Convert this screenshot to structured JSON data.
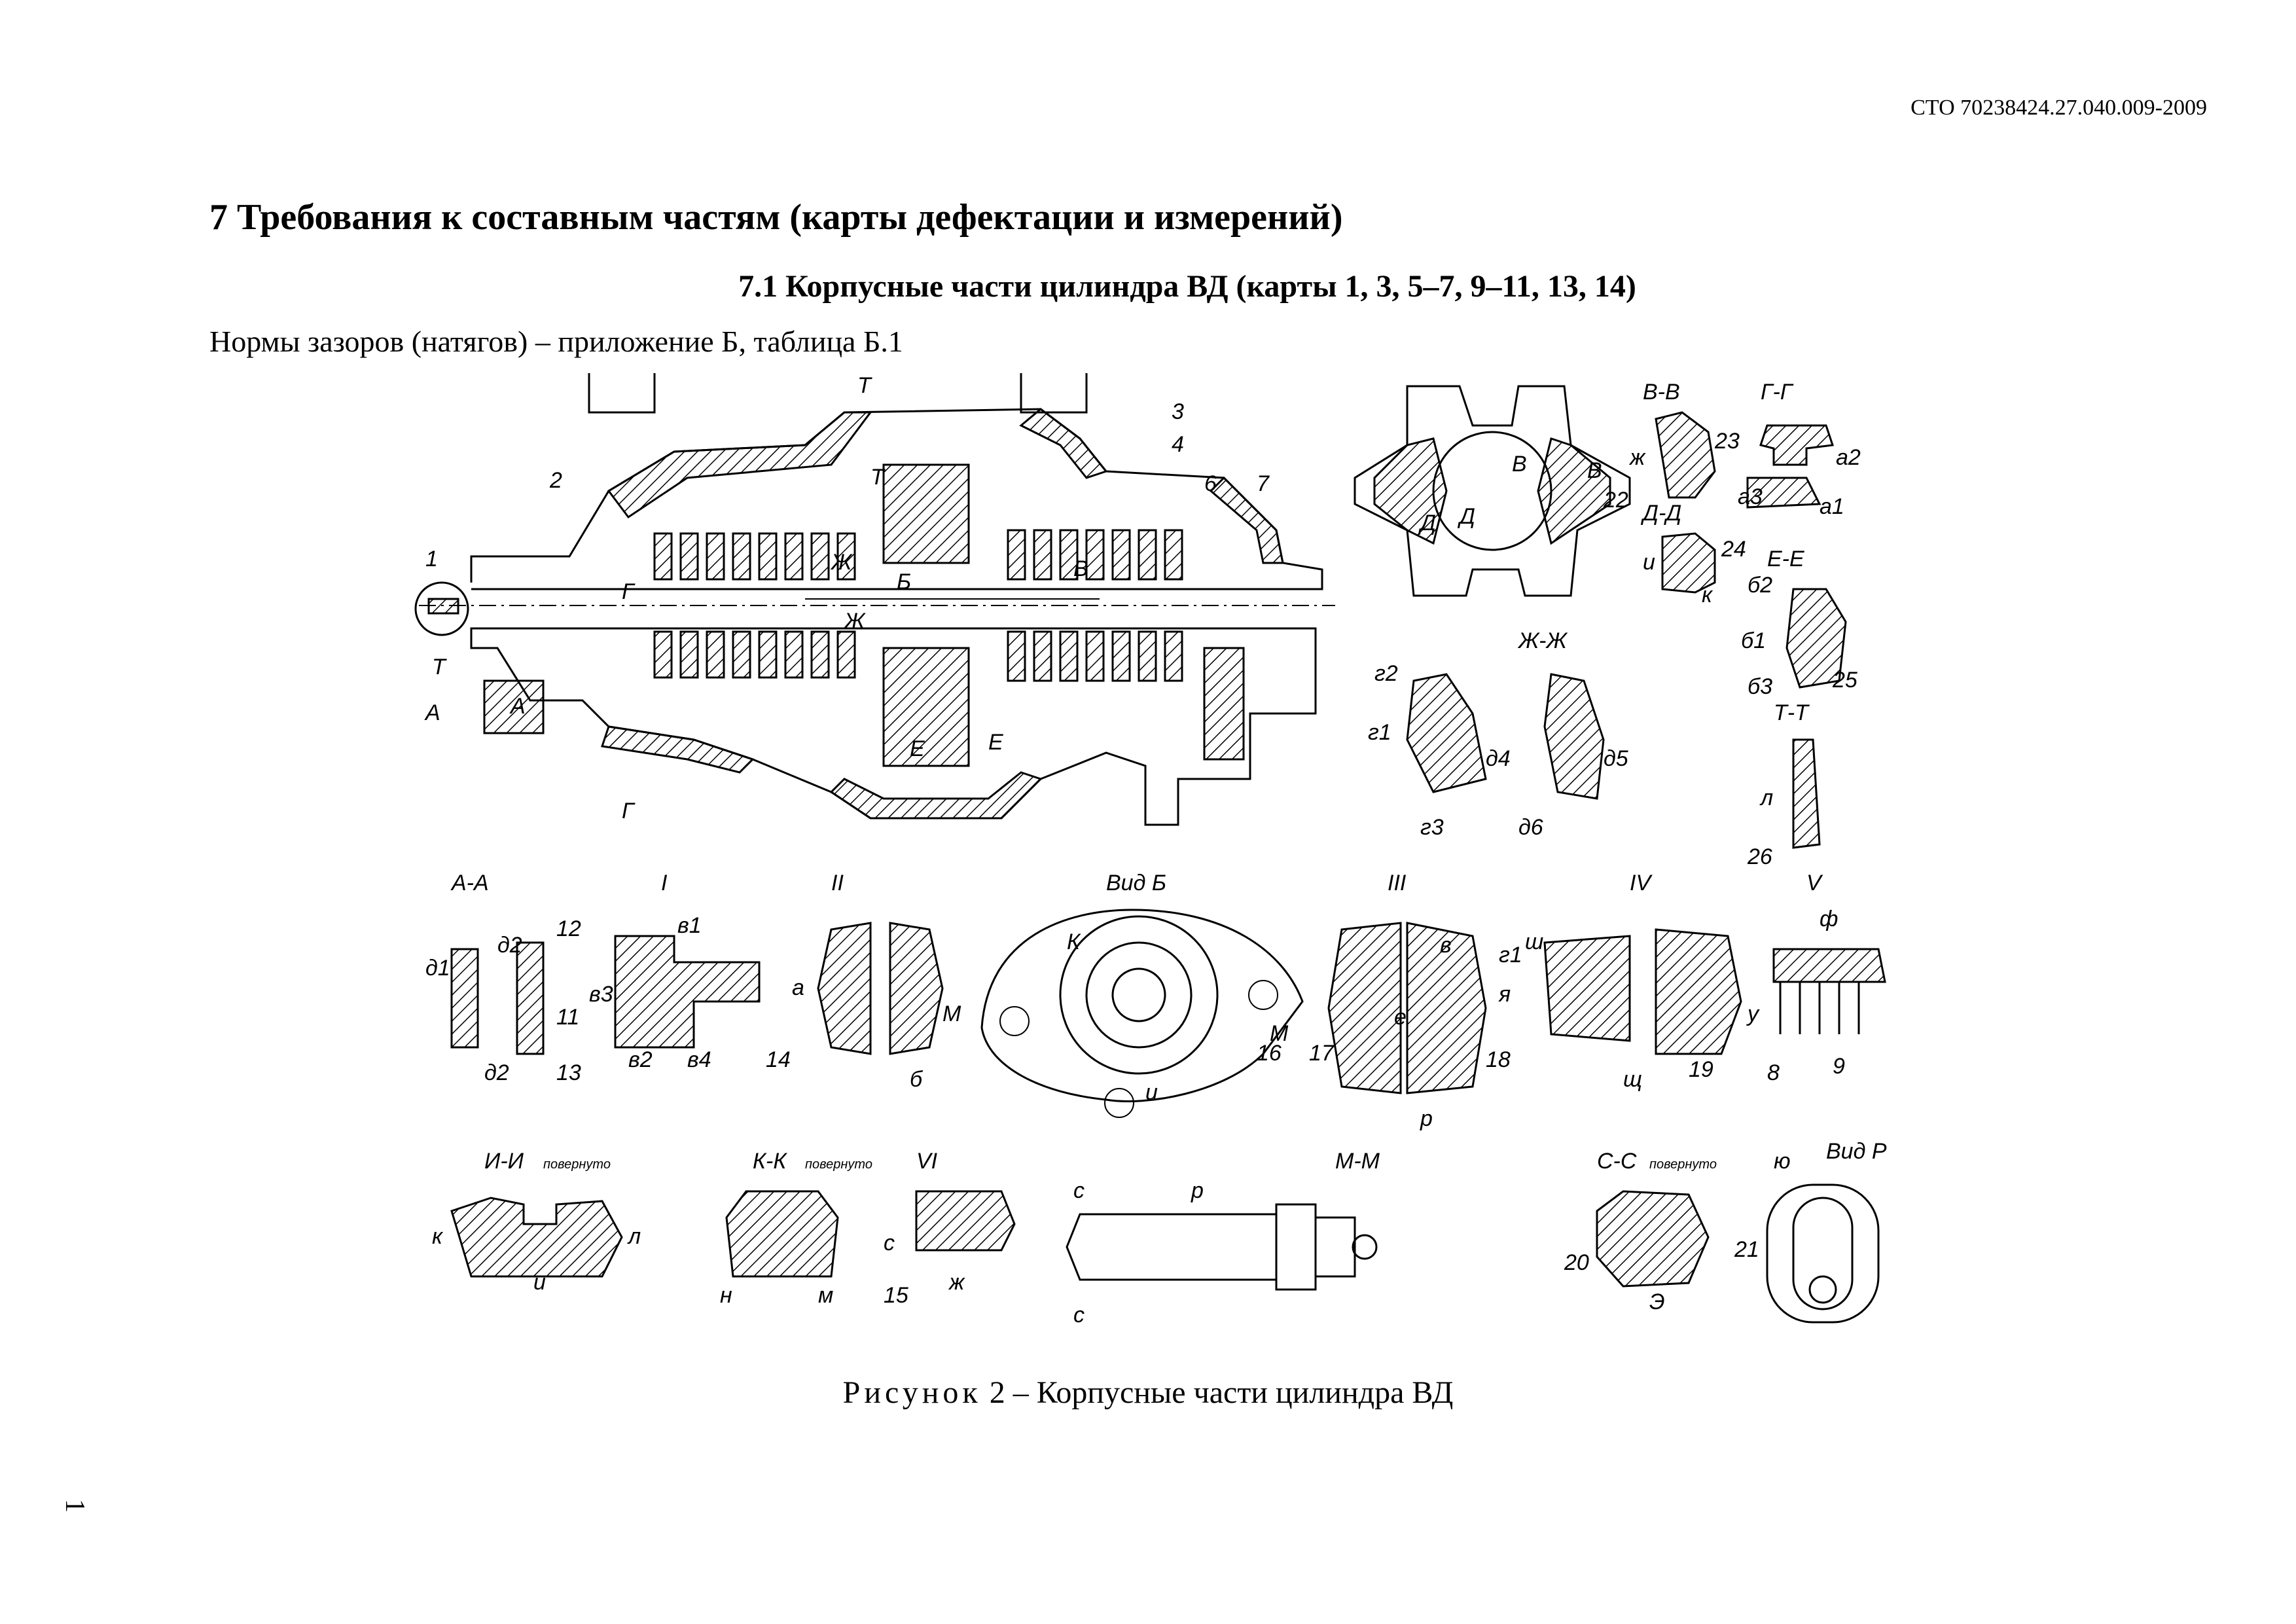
{
  "header": {
    "doc_code": "СТО 70238424.27.040.009-2009"
  },
  "section": {
    "title": "7 Требования к составным частям (карты дефектации и измерений)",
    "subtitle": "7.1 Корпусные части цилиндра ВД (карты 1, 3, 5–7, 9–11, 13, 14)",
    "norms_note": "Нормы зазоров (натягов) – приложение Б, таблица Б.1"
  },
  "figure": {
    "caption_word": "Рисунок",
    "caption_rest": " 2 – Корпусные части цилиндра ВД",
    "views": {
      "v_BB": "В-В",
      "v_GG": "Г-Г",
      "v_DD": "Д-Д",
      "v_EE": "Е-Е",
      "v_ZhZh": "Ж-Ж",
      "v_TT": "Т-Т",
      "v_AA": "А-А",
      "v_I": "I",
      "v_II": "II",
      "v_vidB": "Вид Б",
      "v_III": "III",
      "v_IV": "IV",
      "v_V": "V",
      "v_II_b": "И-И",
      "v_KK": "К-К",
      "v_VI": "VI",
      "v_MM": "М-М",
      "v_SS": "С-С",
      "v_vidR": "Вид Р",
      "rotated": "повернуто"
    },
    "parts": [
      "1",
      "2",
      "3",
      "4",
      "6",
      "7",
      "8",
      "9",
      "11",
      "12",
      "13",
      "14",
      "15",
      "16",
      "17",
      "18",
      "19",
      "20",
      "21",
      "22",
      "23",
      "24",
      "25",
      "26"
    ],
    "dims": {
      "d1": "д1",
      "d2": "д2",
      "d4": "д4",
      "d5": "д5",
      "d6": "д6",
      "g1": "г1",
      "g2": "г2",
      "g3": "г3",
      "a1": "а1",
      "a2": "а2",
      "a3": "а3",
      "a": "а",
      "b1": "б1",
      "b2": "б2",
      "b3": "б3",
      "b": "б",
      "v1": "в1",
      "v2": "в2",
      "v3": "в3",
      "v4": "в4",
      "v": "в",
      "k": "к",
      "l": "л",
      "i": "и",
      "m": "м",
      "n": "н",
      "s": "с",
      "zh": "ж",
      "r": "р",
      "e": "е",
      "ya": "я",
      "sh": "ш",
      "shch": "щ",
      "f": "ф",
      "u": "у",
      "e2": "Э",
      "yu": "ю"
    },
    "markers": {
      "T": "Т",
      "A": "А",
      "G": "Г",
      "B": "Б",
      "Zh": "Ж",
      "V": "В",
      "D": "Д",
      "E": "Е",
      "I": "И",
      "K": "К",
      "M": "М",
      "S": "С",
      "R": "Р"
    }
  },
  "page_number": "1"
}
